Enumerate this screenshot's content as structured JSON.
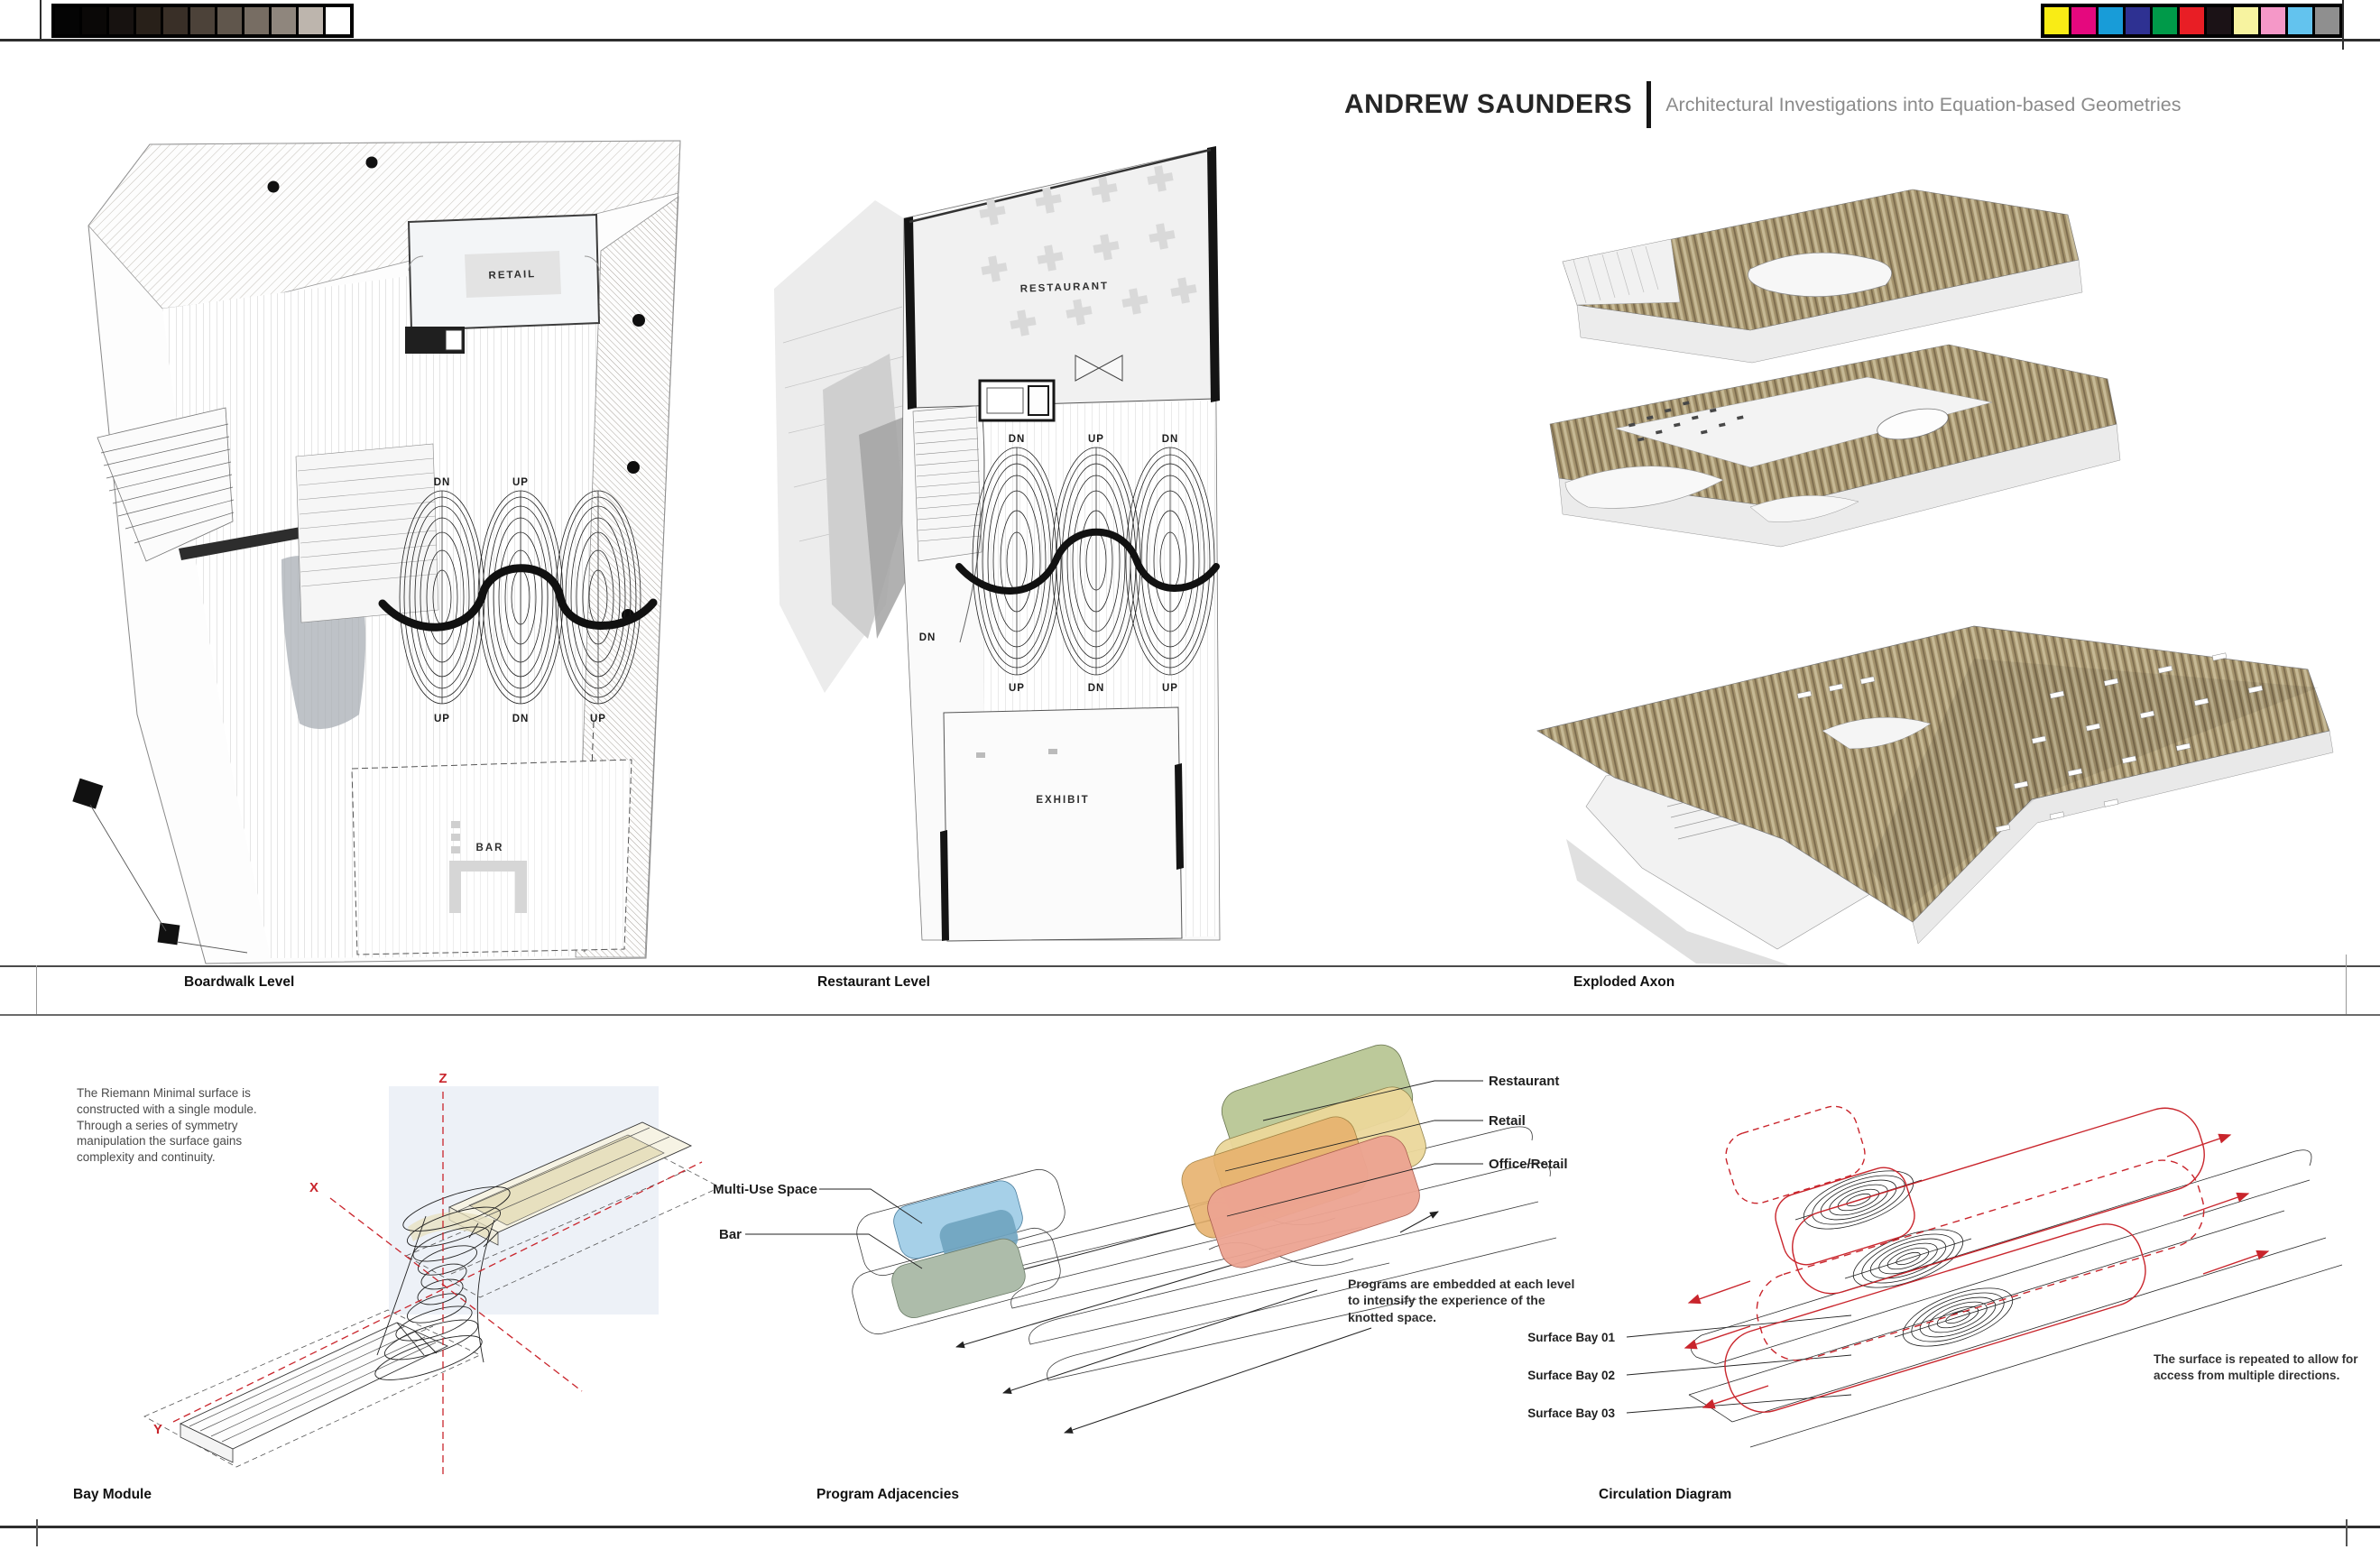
{
  "header": {
    "title": "ANDREW SAUNDERS",
    "subtitle": "Architectural Investigations into Equation-based Geometries",
    "divider_color": "#161616"
  },
  "calibration": {
    "grayscale": [
      "#040404",
      "#0a0807",
      "#171210",
      "#282019",
      "#392f27",
      "#4c4239",
      "#60564c",
      "#776d63",
      "#8f867d",
      "#bdb5ad",
      "#ffffff"
    ],
    "colors": [
      "#f9ec15",
      "#e5087e",
      "#189cd8",
      "#2e3192",
      "#009a49",
      "#e81e25",
      "#1b1216",
      "#f7f3a0",
      "#f598c8",
      "#63c3ee",
      "#8f8f8f"
    ]
  },
  "panels": {
    "boardwalk": {
      "caption": "Boardwalk Level",
      "retail_label": "RETAIL",
      "bar_label": "BAR",
      "stairs_top": [
        "DN",
        "UP"
      ],
      "stairs_bottom": [
        "UP",
        "DN",
        "UP"
      ]
    },
    "restaurant": {
      "caption": "Restaurant Level",
      "restaurant_label": "RESTAURANT",
      "exhibit_label": "EXHIBIT",
      "side_label": "DN",
      "stairs_top": [
        "DN",
        "UP",
        "DN"
      ],
      "stairs_bottom": [
        "UP",
        "DN",
        "UP"
      ]
    },
    "axon": {
      "caption": "Exploded Axon"
    },
    "bay_module": {
      "caption": "Bay Module",
      "note": "The Riemann Minimal surface is constructed with a single module. Through a series of symmetry manipulation the surface gains complexity and continuity.",
      "axis_x": "X",
      "axis_y": "Y",
      "axis_z": "Z",
      "axis_color": "#c9252c"
    },
    "program": {
      "caption": "Program Adjacencies",
      "labels": {
        "restaurant": "Restaurant",
        "retail": "Retail",
        "office_retail": "Office/Retail",
        "multi_use": "Multi-Use Space",
        "bar": "Bar"
      },
      "colors": {
        "restaurant": "#b9c795",
        "retail": "#ecd89b",
        "office": "#e7b26e",
        "office_retail": "#eda492",
        "multi_use": "#a6d0e8",
        "multi_use_dark": "#6fa3bf",
        "bar": "#adbcaa"
      },
      "note": "Programs are embedded at each level to intensify the experience of the knotted space.",
      "surface_bays": [
        "Surface Bay 01",
        "Surface Bay 02",
        "Surface Bay 03"
      ]
    },
    "circulation": {
      "caption": "Circulation Diagram",
      "note": "The surface is repeated to allow for access from multiple directions.",
      "accent": "#c9252c"
    }
  }
}
